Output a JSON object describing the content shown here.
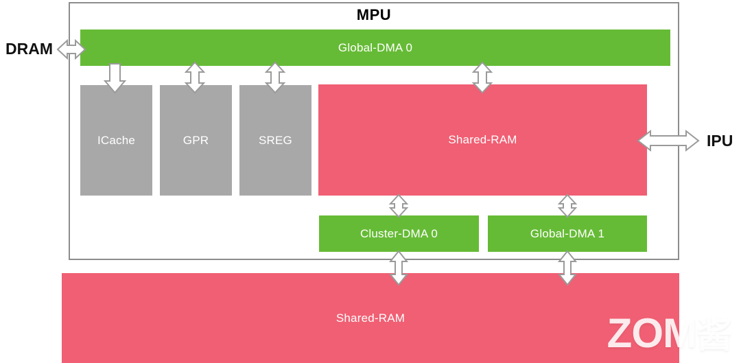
{
  "diagram": {
    "title": "MPU",
    "external_labels": [
      {
        "id": "dram",
        "text": "DRAM"
      },
      {
        "id": "ipu",
        "text": "IPU"
      }
    ],
    "blocks": [
      {
        "id": "global-dma-0",
        "label": "Global-DMA 0",
        "color": "#66bb36"
      },
      {
        "id": "icache",
        "label": "ICache",
        "color": "#a8a8a8"
      },
      {
        "id": "gpr",
        "label": "GPR",
        "color": "#a8a8a8"
      },
      {
        "id": "sreg",
        "label": "SREG",
        "color": "#a8a8a8"
      },
      {
        "id": "shared-ram-mpu",
        "label": "Shared-RAM",
        "color": "#f05f73"
      },
      {
        "id": "cluster-dma-0",
        "label": "Cluster-DMA 0",
        "color": "#66bb36"
      },
      {
        "id": "global-dma-1",
        "label": "Global-DMA 1",
        "color": "#66bb36"
      },
      {
        "id": "shared-ram-ext",
        "label": "Shared-RAM",
        "color": "#f05f73"
      }
    ],
    "colors": {
      "green": "#66bb36",
      "pink": "#f05f73",
      "gray": "#a8a8a8",
      "frame": "#8c8c8c",
      "arrow_fill": "#ffffff",
      "arrow_stroke": "#9a9a9a",
      "text_on_block": "#ffffff",
      "title": "#000000",
      "background": "#ffffff"
    },
    "connections": [
      {
        "id": "dram-to-global-dma-0",
        "from": "DRAM",
        "to": "Global-DMA 0",
        "direction": "bidirectional",
        "orientation": "horizontal"
      },
      {
        "id": "global-dma-0-to-icache",
        "from": "Global-DMA 0",
        "to": "ICache",
        "direction": "one-way",
        "orientation": "vertical"
      },
      {
        "id": "global-dma-0-to-gpr",
        "from": "Global-DMA 0",
        "to": "GPR",
        "direction": "bidirectional",
        "orientation": "vertical"
      },
      {
        "id": "global-dma-0-to-sreg",
        "from": "Global-DMA 0",
        "to": "SREG",
        "direction": "bidirectional",
        "orientation": "vertical"
      },
      {
        "id": "global-dma-0-to-shared-ram",
        "from": "Global-DMA 0",
        "to": "Shared-RAM",
        "direction": "bidirectional",
        "orientation": "vertical"
      },
      {
        "id": "shared-ram-to-ipu",
        "from": "Shared-RAM",
        "to": "IPU",
        "direction": "bidirectional",
        "orientation": "horizontal"
      },
      {
        "id": "shared-ram-to-cluster-dma-0",
        "from": "Shared-RAM",
        "to": "Cluster-DMA 0",
        "direction": "bidirectional",
        "orientation": "vertical"
      },
      {
        "id": "shared-ram-to-global-dma-1",
        "from": "Shared-RAM",
        "to": "Global-DMA 1",
        "direction": "bidirectional",
        "orientation": "vertical"
      },
      {
        "id": "cluster-dma-0-to-ext-ram",
        "from": "Cluster-DMA 0",
        "to": "Shared-RAM",
        "direction": "bidirectional",
        "orientation": "vertical"
      },
      {
        "id": "global-dma-1-to-ext-ram",
        "from": "Global-DMA 1",
        "to": "Shared-RAM",
        "direction": "bidirectional",
        "orientation": "vertical"
      }
    ],
    "watermark": {
      "latin": "ZOM",
      "cjk": "酱"
    }
  }
}
